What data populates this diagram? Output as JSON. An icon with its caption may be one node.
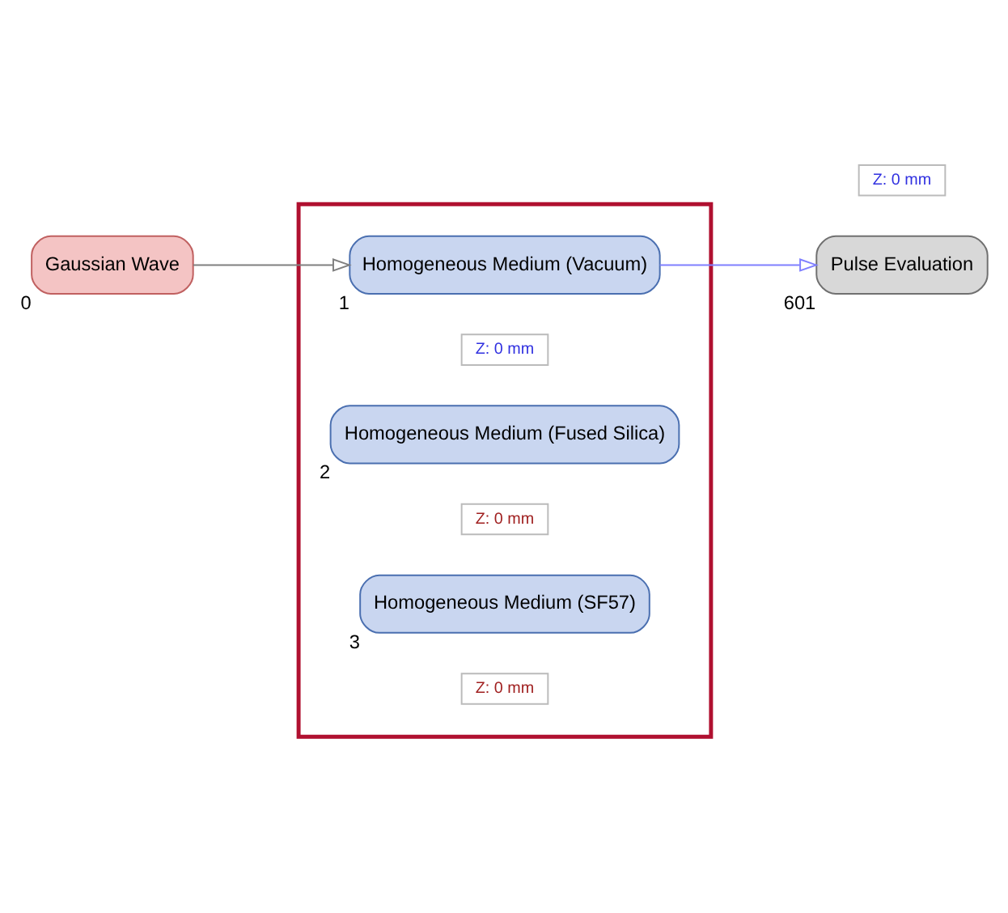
{
  "diagram": {
    "nodes": [
      {
        "text": [],
        "shape": "box"
      },
      {
        "text": [
          "Gaussian Wave"
        ],
        "beside": [
          "0"
        ]
      },
      {
        "text": [
          "Homogeneous Medium (Vacuum)"
        ],
        "in": 0,
        "beside": [
          "1"
        ]
      },
      {
        "text": [
          "Z: 0 mm"
        ],
        "in": 0
      },
      {
        "text": [
          "Homogeneous Medium (Fused Silica)"
        ],
        "in": 0,
        "beside": [
          "2"
        ]
      },
      {
        "text": [
          "Z: 0 mm"
        ],
        "in": 0
      },
      {
        "text": [
          "Homogeneous Medium (SF57)"
        ],
        "in": 0,
        "beside": [
          "3"
        ]
      },
      {
        "text": [
          "Z: 0 mm"
        ],
        "in": 0
      },
      {
        "text": [
          "Pulse Evaluation"
        ],
        "beside": [
          "601"
        ]
      },
      {
        "text": [
          "Z: 0 mm"
        ]
      }
    ],
    "edges": [
      {
        "from": 1,
        "to": 2,
        "arrow": "to"
      },
      {
        "from": 2,
        "to": 8,
        "arrow": "to",
        "color": "#8080ff"
      }
    ]
  }
}
